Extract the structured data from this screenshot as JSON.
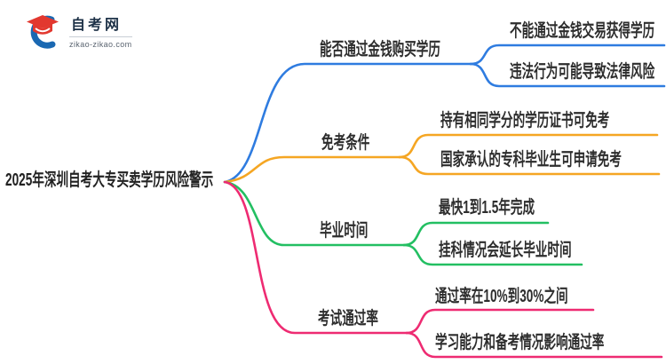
{
  "logo": {
    "title": "自考网",
    "domain": "zikao-zikao.com",
    "icon": "graduation-cap-in-blue-crescent",
    "colors": {
      "crescent_blue": "#1a68b2",
      "cap_red": "#e2382f",
      "title_navy": "#1d3147"
    }
  },
  "mindmap": {
    "root": "2025年深圳自考大专买卖学历风险警示",
    "root_color": "#2d2d2d",
    "branches": [
      {
        "label": "能否通过金钱购买学历",
        "color": "#2f7ce0",
        "children": [
          "不能通过金钱交易获得学历",
          "违法行为可能导致法律风险"
        ]
      },
      {
        "label": "免考条件",
        "color": "#f5a623",
        "children": [
          "持有相同学分的学历证书可免考",
          "国家承认的专科毕业生可申请免考"
        ]
      },
      {
        "label": "毕业时间",
        "color": "#23bf62",
        "children": [
          "最快1到1.5年完成",
          "挂科情况会延长毕业时间"
        ]
      },
      {
        "label": "考试通过率",
        "color": "#ee2b72",
        "children": [
          "通过率在10%到30%之间",
          "学习能力和备考情况影响通过率"
        ]
      }
    ]
  }
}
